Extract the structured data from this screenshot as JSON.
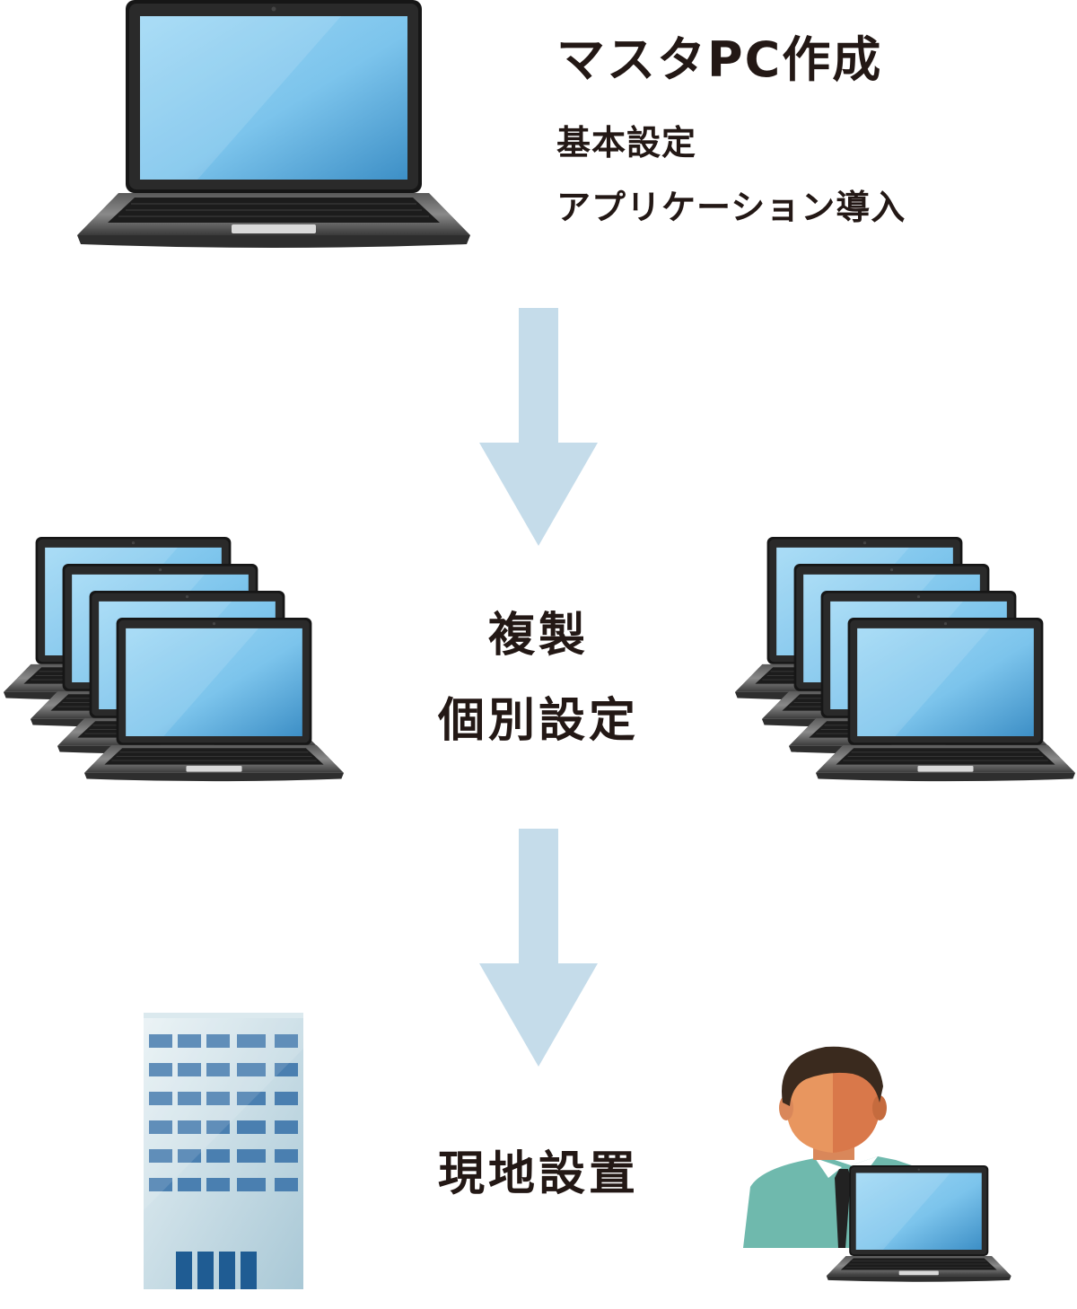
{
  "steps": [
    {
      "title": "マスタPC作成",
      "lines": [
        "基本設定",
        "アプリケーション導入"
      ]
    },
    {
      "lines": [
        "複製",
        "個別設定"
      ]
    },
    {
      "lines": [
        "現地設置"
      ]
    }
  ],
  "colors": {
    "arrow": "#c5dcea",
    "screen": "#5fb0e0",
    "bezel": "#1a1a1a",
    "building": "#4a7fb0",
    "text": "#231815"
  },
  "icons": [
    "laptop-icon",
    "laptop-stack-icon",
    "down-arrow-icon",
    "office-building-icon",
    "person-icon"
  ]
}
